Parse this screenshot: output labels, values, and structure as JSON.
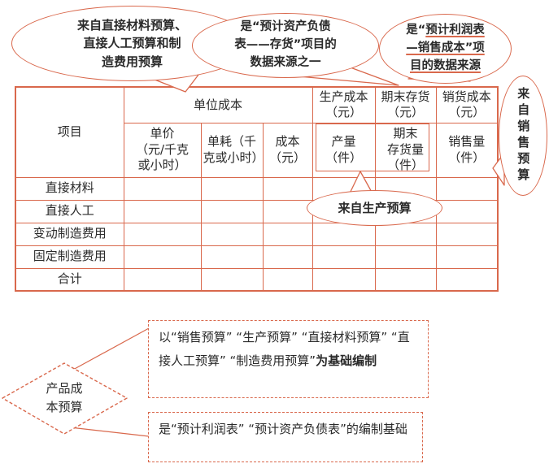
{
  "accent": "#d9684c",
  "callouts": {
    "materials": {
      "line1": "来自直接材料预算、",
      "line2": "直接人工预算和制",
      "line3": "造费用预算"
    },
    "balance_sheet": {
      "line1": "是“预计资产负债",
      "line2": "表——存货”项目的",
      "line3": "数据来源之一"
    },
    "income_statement": {
      "line1_prefix": "是“",
      "line1_underline": "预计利润表",
      "line2_underline": "—销售成本”项",
      "line3_underline": "目的数据来源"
    },
    "production": {
      "label": "来自生产预算"
    },
    "sales": {
      "label": "来自销售预算"
    }
  },
  "table": {
    "header": {
      "item": "项目",
      "unit_cost": "单位成本",
      "unit_price": "单价\n（元/千克\n或小时）",
      "unit_usage": "单耗（千\n克或小时）",
      "cost": "成本\n（元）",
      "production_cost": "生产成本\n（元）",
      "ending_inventory": "期末存货\n（元）",
      "cogs": "销货成本\n（元）",
      "output_qty": "产量\n（件）",
      "ending_inventory_qty": "期末\n存货量\n（件）",
      "sales_qty": "销售量\n（件）"
    },
    "rows": [
      {
        "label": "直接材料"
      },
      {
        "label": "直接人工"
      },
      {
        "label": "变动制造费用"
      },
      {
        "label": "固定制造费用"
      },
      {
        "label": "合计"
      }
    ]
  },
  "bottom": {
    "diamond": {
      "line1": "产品成",
      "line2": "本预算"
    },
    "basis_box": {
      "normal": "以“销售预算” “生产预算” “直接材料预算” “直接人工预算” “制造费用预算”",
      "bold": "为基础编制"
    },
    "output_box": {
      "text": "是“预计利润表” “预计资产负债表”的编制基础"
    }
  }
}
